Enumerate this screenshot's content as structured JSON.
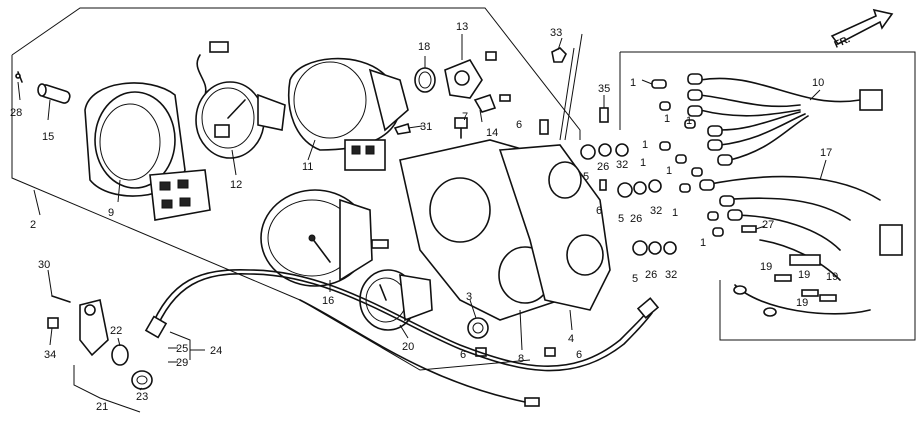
{
  "direction_arrow": {
    "label": "FR."
  },
  "callouts": [
    "1",
    "2",
    "3",
    "4",
    "5",
    "6",
    "7",
    "8",
    "9",
    "10",
    "11",
    "12",
    "13",
    "14",
    "15",
    "16",
    "17",
    "18",
    "19",
    "20",
    "21",
    "22",
    "23",
    "24",
    "25",
    "26",
    "27",
    "28",
    "29",
    "30",
    "31",
    "32",
    "33",
    "34",
    "35"
  ],
  "repeat_labels": {
    "one": "1",
    "five": "5",
    "six": "6",
    "nineteen": "19",
    "twentysix": "26",
    "thirtytwo": "32"
  }
}
